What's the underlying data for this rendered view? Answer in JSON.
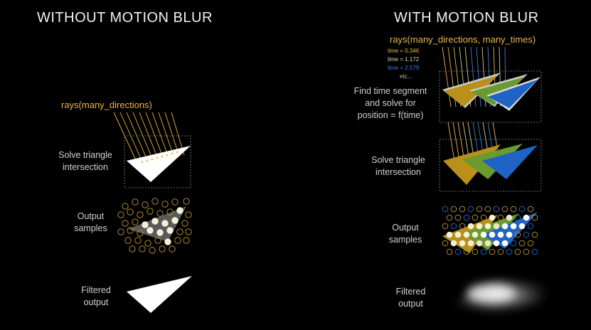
{
  "left": {
    "heading": "WITHOUT MOTION BLUR",
    "rays_label": "rays(many_directions)",
    "step1": [
      "Solve triangle",
      "intersection"
    ],
    "step2": [
      "Output",
      "samples"
    ],
    "step3": [
      "Filtered",
      "output"
    ]
  },
  "right": {
    "heading": "WITH MOTION BLUR",
    "rays_label": "rays(many_directions, many_times)",
    "times": [
      {
        "label": "time = 0.346",
        "color": "#e8b64a"
      },
      {
        "label": "time = 1.172",
        "color": "#cfd8a0"
      },
      {
        "label": "time = 2.579",
        "color": "#3d7fd6"
      }
    ],
    "times_more": "etc...",
    "step0": [
      "Find time segment",
      "and solve for",
      "position = f(time)"
    ],
    "step1": [
      "Solve triangle",
      "intersection"
    ],
    "step2": [
      "Output",
      "samples"
    ],
    "step3": [
      "Filtered",
      "output"
    ]
  },
  "colors": {
    "gold": "#b8901a",
    "green": "#6a9a30",
    "blue": "#1f63c4",
    "ray": "#e8b64a"
  }
}
